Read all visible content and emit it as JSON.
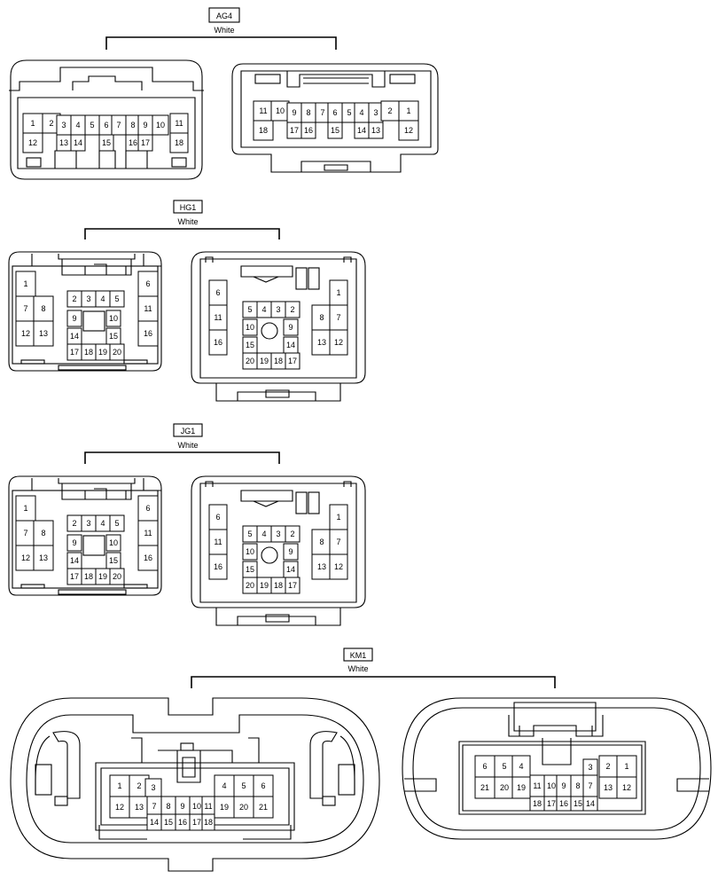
{
  "connectors": [
    {
      "name": "AG4",
      "color": "White",
      "views": [
        [
          "1",
          "2",
          "3",
          "4",
          "5",
          "6",
          "7",
          "8",
          "9",
          "10",
          "11",
          "12",
          "13",
          "14",
          "15",
          "16",
          "17",
          "18"
        ],
        [
          "11",
          "10",
          "9",
          "8",
          "7",
          "6",
          "5",
          "4",
          "3",
          "2",
          "1",
          "18",
          "17",
          "16",
          "15",
          "14",
          "13",
          "12"
        ]
      ]
    },
    {
      "name": "HG1",
      "color": "White",
      "views": [
        [
          "1",
          "7",
          "8",
          "12",
          "13",
          "2",
          "3",
          "4",
          "5",
          "9",
          "10",
          "14",
          "15",
          "17",
          "18",
          "19",
          "20",
          "6",
          "11",
          "16"
        ],
        [
          "6",
          "11",
          "16",
          "5",
          "4",
          "3",
          "2",
          "10",
          "9",
          "15",
          "14",
          "20",
          "19",
          "18",
          "17",
          "1",
          "8",
          "7",
          "13",
          "12"
        ]
      ]
    },
    {
      "name": "JG1",
      "color": "White",
      "views": [
        [
          "1",
          "7",
          "8",
          "12",
          "13",
          "2",
          "3",
          "4",
          "5",
          "9",
          "10",
          "14",
          "15",
          "17",
          "18",
          "19",
          "20",
          "6",
          "11",
          "16"
        ],
        [
          "6",
          "11",
          "16",
          "5",
          "4",
          "3",
          "2",
          "10",
          "9",
          "15",
          "14",
          "20",
          "19",
          "18",
          "17",
          "1",
          "8",
          "7",
          "13",
          "12"
        ]
      ]
    },
    {
      "name": "KM1",
      "color": "White",
      "views": [
        [
          "1",
          "2",
          "3",
          "12",
          "13",
          "7",
          "8",
          "9",
          "10",
          "11",
          "14",
          "15",
          "16",
          "17",
          "18",
          "4",
          "5",
          "6",
          "19",
          "20",
          "21"
        ],
        [
          "6",
          "5",
          "4",
          "21",
          "20",
          "19",
          "11",
          "10",
          "9",
          "8",
          "7",
          "3",
          "2",
          "1",
          "13",
          "12",
          "18",
          "17",
          "16",
          "15",
          "14"
        ]
      ]
    }
  ]
}
